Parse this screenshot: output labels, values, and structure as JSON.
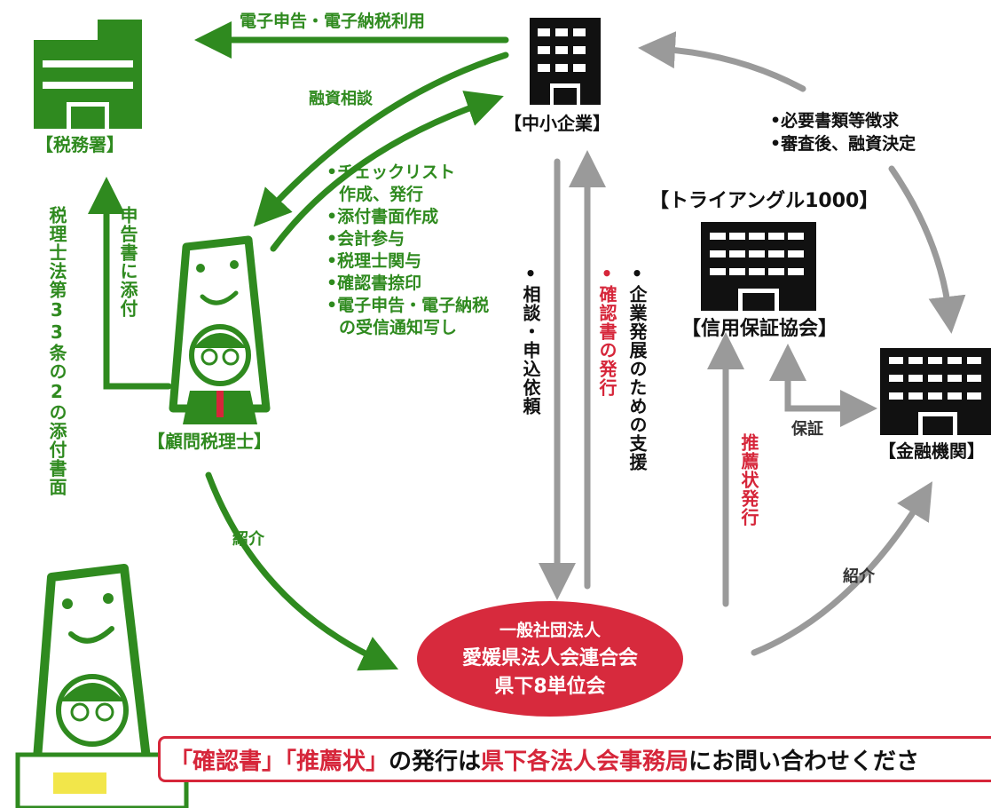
{
  "nodes": {
    "tax_office": "【税務署】",
    "sme": "【中小企業】",
    "triangle": "【トライアングル1000】",
    "credit_guarantee": "【信用保証協会】",
    "financial_institution": "【金融機関】",
    "tax_accountant": "【顧問税理士】",
    "association": {
      "line1": "一般社団法人",
      "line2": "愛媛県法人会連合会",
      "line3": "県下8単位会"
    }
  },
  "edges": {
    "e_filing": "電子申告・電子納税利用",
    "loan_consult": "融資相談",
    "attach_return": "申告書に添付",
    "attach_33_2": "税理士法第33条の2の添付書面",
    "consult_apply": "•相談・申込依頼",
    "confirm_issue": "•確認書の発行",
    "support": "•企業発展のための支援",
    "recommend_issue": "推薦状発行",
    "guarantee": "保証",
    "intro_left": "紹介",
    "intro_right": "紹介",
    "bank_items": [
      "•必要書類等徴求",
      "•審査後、融資決定"
    ]
  },
  "accountant_tasks": [
    "•チェックリスト",
    "作成、発行",
    "•添付書面作成",
    "•会計参与",
    "•税理士関与",
    "•確認書捺印",
    "•電子申告・電子納税",
    "の受信通知写し"
  ],
  "banner": {
    "part1": "「確認書」「推薦状」",
    "part2": "の発行は",
    "part3": "県下各法人会事務局",
    "part4": "にお問い合わせくださ"
  },
  "colors": {
    "green": "#2f8a1f",
    "red": "#d6263a",
    "gray": "#9a9a9a",
    "black": "#111111"
  },
  "icons": [
    "tax-office-building-icon",
    "sme-building-icon",
    "credit-guarantee-building-icon",
    "bank-building-icon",
    "tax-accountant-character-icon",
    "consultant-character-icon"
  ]
}
